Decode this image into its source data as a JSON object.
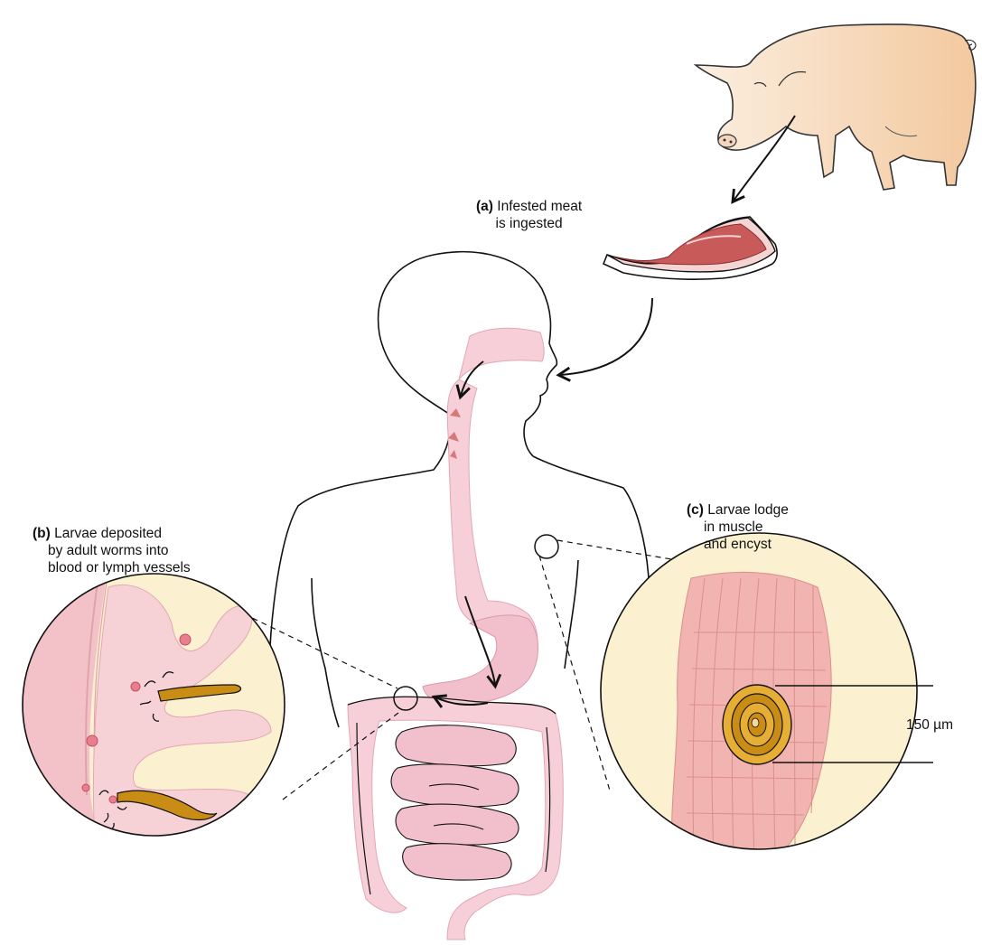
{
  "labels": {
    "a": {
      "letter": "(a)",
      "line1": "Infested meat",
      "line2": "is ingested"
    },
    "b": {
      "letter": "(b)",
      "line1": "Larvae deposited",
      "line2": "by adult worms into",
      "line3": "blood or lymph vessels"
    },
    "c": {
      "letter": "(c)",
      "line1": "Larvae lodge",
      "line2": "in muscle",
      "line3": "and encyst"
    }
  },
  "scale_label": "150 µm",
  "colors": {
    "outline": "#111111",
    "gut_pink": "#f6cfd8",
    "gut_pink_dark": "#eeb6c4",
    "meat_red": "#c85a5a",
    "meat_fat": "#f6d7d7",
    "pig_fill": "#f7dcc2",
    "inset_bg": "#fbf0cf",
    "tissue_pink": "#f1b4b1",
    "tissue_pink_dark": "#dc8e8a",
    "worm_gold": "#c98d16",
    "worm_gold_light": "#e6ae34"
  },
  "icons": [
    "pig-icon",
    "meat-icon",
    "body-icon",
    "larva-icon",
    "cyst-icon"
  ]
}
